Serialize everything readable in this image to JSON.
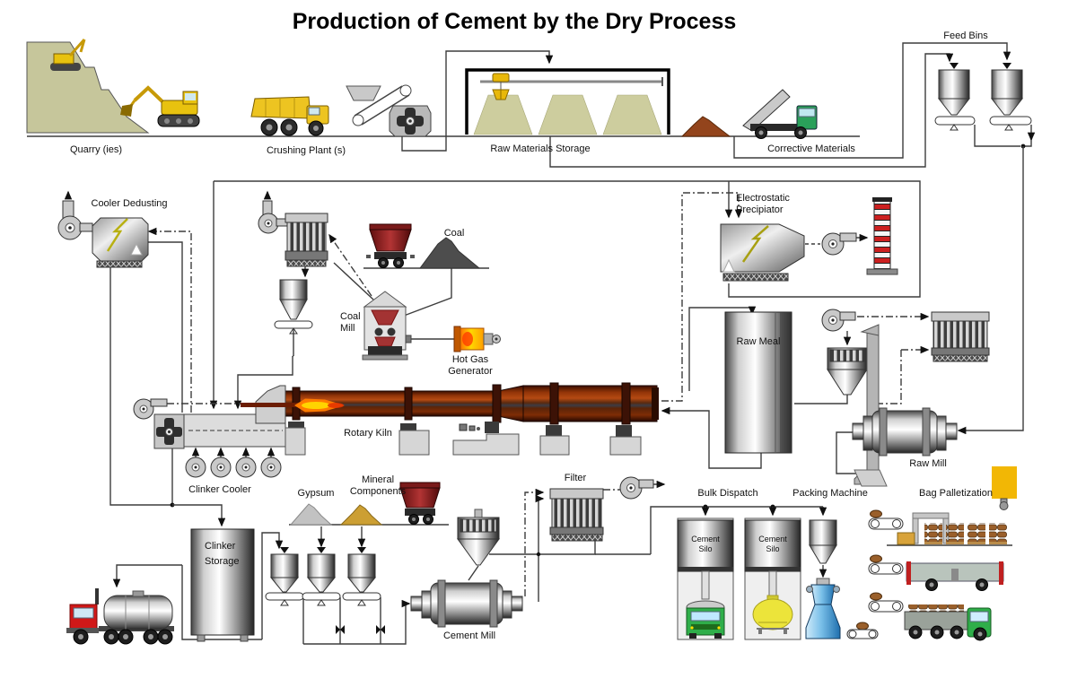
{
  "title": "Production of Cement by the Dry Process",
  "labels": {
    "quarry": "Quarry (ies)",
    "crushing_plant": "Crushing Plant (s)",
    "raw_materials_storage": "Raw Materials Storage",
    "corrective_materials": "Corrective Materials",
    "feed_bins": "Feed Bins",
    "cooler_dedusting": "Cooler Dedusting",
    "electrostatic_precipitator": "Electrostatic\nPrecipiator",
    "coal": "Coal",
    "coal_mill": "Coal\nMill",
    "hot_gas_generator": "Hot Gas\nGenerator",
    "raw_meal": "Raw Meal",
    "rotary_kiln": "Rotary Kiln",
    "raw_mill": "Raw Mill",
    "clinker_cooler": "Clinker Cooler",
    "gypsum": "Gypsum",
    "mineral_components": "Mineral\nComponents",
    "filter": "Filter",
    "clinker_storage": "Clinker\nStorage",
    "cement_mill": "Cement Mill",
    "bulk_dispatch": "Bulk Dispatch",
    "packing_machine": "Packing Machine",
    "bag_palletization": "Bag Palletization",
    "cement_silo": "Cement\nSilo"
  },
  "colors": {
    "hill_olive": "#c6c69b",
    "storage_pile": "#cdcd9e",
    "corrective_pile": "#93441c",
    "coal_pile": "#4d4d4d",
    "gypsum_pile": "#c2c2c2",
    "mineral_pile": "#cc9f33",
    "machine_yellow": "#edc421",
    "truck_red": "#d01818",
    "cab_green": "#2fae4a",
    "tipper_cab_green": "#2aa05a",
    "flame_outer": "#ff7b00",
    "flame_core": "#ffd400",
    "hot_gas_box_yellow": "#f2b705",
    "tanker_wagon_yellow": "#ece43a",
    "stack_red": "#cc2020",
    "kiln_shell_red": "#8a2f08",
    "packing_blue": "#4aa0d8"
  }
}
